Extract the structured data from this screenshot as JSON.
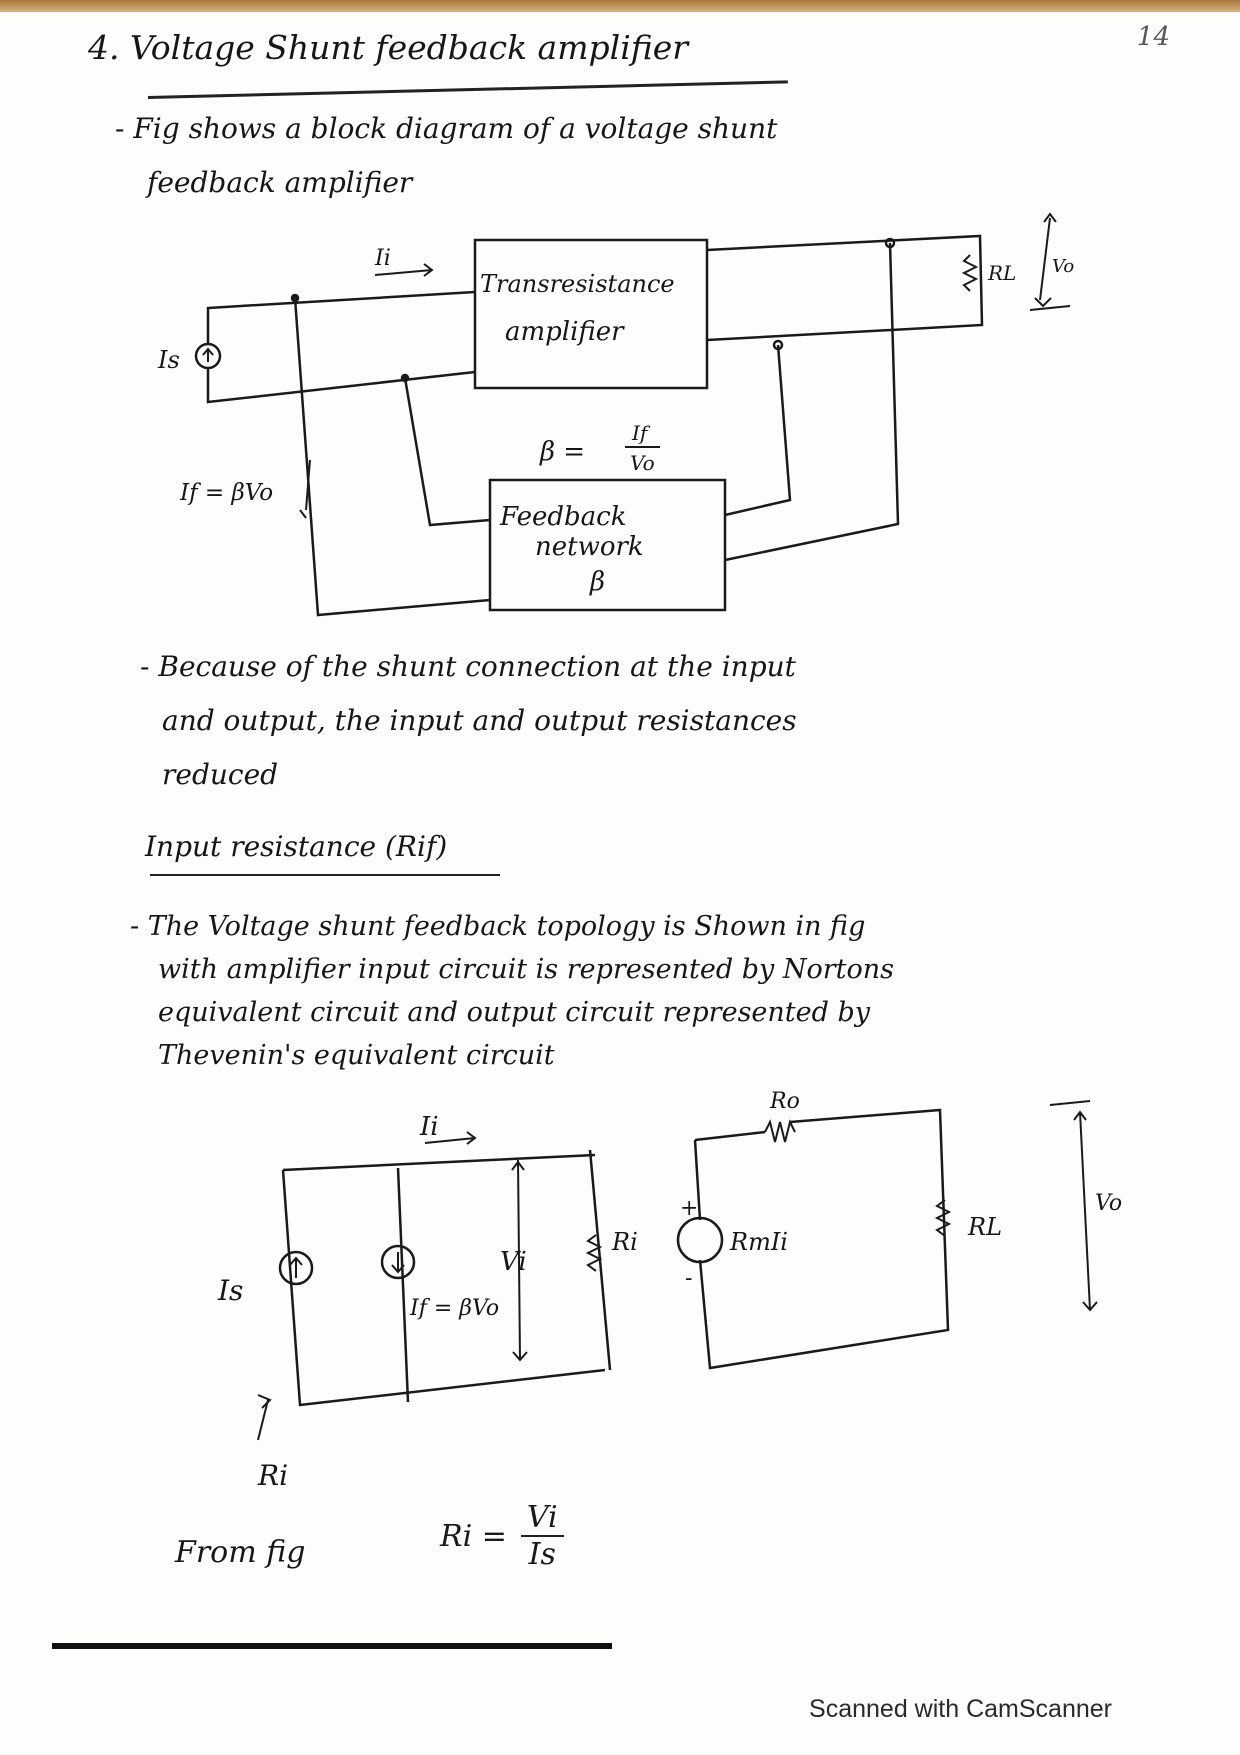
{
  "page": {
    "page_number": "14",
    "title": "4. Voltage Shunt feedback amplifier",
    "intro_lines": [
      "- Fig shows a block diagram of a voltage shunt",
      "feedback amplifier"
    ],
    "shunt_note_lines": [
      "- Because of the shunt connection at the input",
      "and output, the input and output resistances",
      "reduced"
    ],
    "section_heading": "Input resistance (Rif)",
    "topology_lines": [
      "- The Voltage shunt feedback topology is Shown in fig",
      "with amplifier input circuit is represented by Nortons",
      "equivalent circuit and output circuit represented by",
      "Thevenin's equivalent circuit"
    ],
    "formula_lead": "From fig",
    "formula_lhs": "Ri =",
    "formula_num": "Vi",
    "formula_den": "Is",
    "watermark": "Scanned with CamScanner"
  },
  "block_diagram": {
    "amp_block": [
      "Transresistance",
      "amplifier"
    ],
    "feedback_block": [
      "Feedback",
      "network",
      "β"
    ],
    "source_label": "Is",
    "input_current": "Ii",
    "feedback_current": "If = βVo",
    "beta_eq_lhs": "β =",
    "beta_num": "If",
    "beta_den": "Vo",
    "load_label": "RL",
    "output_label": "Vo"
  },
  "equivalent_circuit": {
    "source_label": "Is",
    "input_current": "Ii",
    "feedback_source": "If = βVo",
    "input_voltage": "Vi",
    "input_resistor": "Ri",
    "dependent_source": "RmIi",
    "output_resistor": "Ro",
    "load_resistor": "RL",
    "output_voltage": "Vo",
    "resistance_arrow": "Ri",
    "plus": "+",
    "minus": "-"
  }
}
